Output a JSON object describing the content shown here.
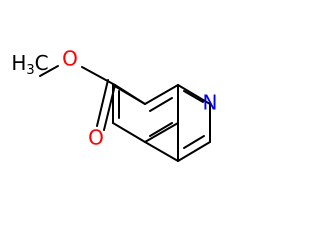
{
  "molecule": {
    "atoms": {
      "methyl": {
        "main": "H",
        "subscript": "3",
        "tail": "C"
      },
      "ester_oxygen": "O",
      "carbonyl_oxygen": "O",
      "ring_nitrogen": "N"
    },
    "colors": {
      "bond": "#000000",
      "carbon_label": "#000000",
      "oxygen": "#ff0000",
      "nitrogen": "#0000ff"
    }
  }
}
